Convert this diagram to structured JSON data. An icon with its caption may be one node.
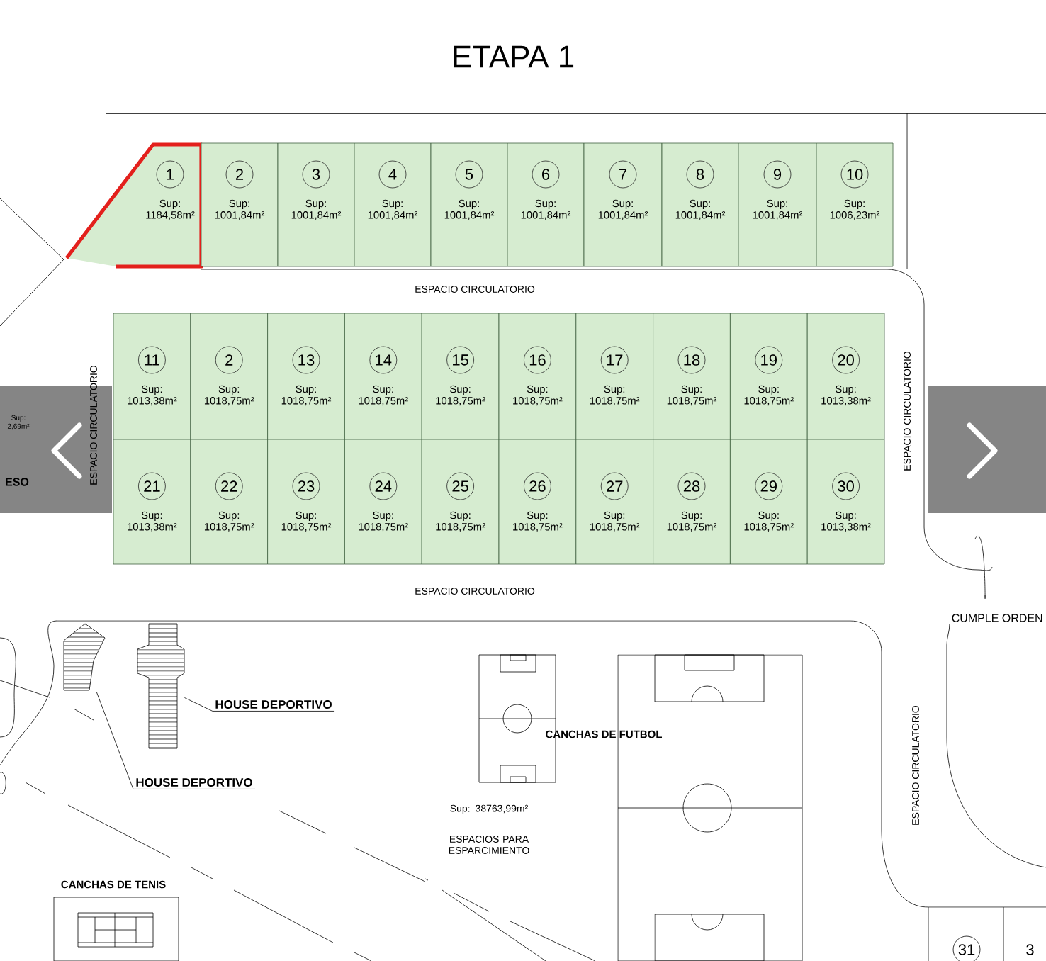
{
  "diagram": {
    "title": "ETAPA 1",
    "nodes": [
      {
        "text": [
          "1",
          "Sup: 1184,58m²"
        ]
      },
      {
        "text": [
          "2",
          "Sup: 1001,84m²"
        ]
      },
      {
        "text": [
          "3",
          "Sup: 1001,84m²"
        ]
      },
      {
        "text": [
          "4",
          "Sup: 1001,84m²"
        ]
      },
      {
        "text": [
          "5",
          "Sup: 1001,84m²"
        ]
      },
      {
        "text": [
          "6",
          "Sup: 1001,84m²"
        ]
      },
      {
        "text": [
          "7",
          "Sup: 1001,84m²"
        ]
      },
      {
        "text": [
          "8",
          "Sup: 1001,84m²"
        ]
      },
      {
        "text": [
          "9",
          "Sup: 1001,84m²"
        ]
      },
      {
        "text": [
          "10",
          "Sup: 1006,23m²"
        ]
      },
      {
        "text": [
          "11",
          "Sup: 1013,38m²"
        ]
      },
      {
        "text": [
          "2",
          "Sup: 1018,75m²"
        ]
      },
      {
        "text": [
          "13",
          "Sup: 1018,75m²"
        ]
      },
      {
        "text": [
          "14",
          "Sup: 1018,75m²"
        ]
      },
      {
        "text": [
          "15",
          "Sup: 1018,75m²"
        ]
      },
      {
        "text": [
          "16",
          "Sup: 1018,75m²"
        ]
      },
      {
        "text": [
          "17",
          "Sup: 1018,75m²"
        ]
      },
      {
        "text": [
          "18",
          "Sup: 1018,75m²"
        ]
      },
      {
        "text": [
          "19",
          "Sup: 1018,75m²"
        ]
      },
      {
        "text": [
          "20",
          "Sup: 1013,38m²"
        ]
      },
      {
        "text": [
          "21",
          "Sup: 1013,38m²"
        ]
      },
      {
        "text": [
          "22",
          "Sup: 1018,75m²"
        ]
      },
      {
        "text": [
          "23",
          "Sup: 1018,75m²"
        ]
      },
      {
        "text": [
          "24",
          "Sup: 1018,75m²"
        ]
      },
      {
        "text": [
          "25",
          "Sup: 1018,75m²"
        ]
      },
      {
        "text": [
          "26",
          "Sup: 1018,75m²"
        ]
      },
      {
        "text": [
          "27",
          "Sup: 1018,75m²"
        ]
      },
      {
        "text": [
          "28",
          "Sup: 1018,75m²"
        ]
      },
      {
        "text": [
          "29",
          "Sup: 1018,75m²"
        ]
      },
      {
        "text": [
          "30",
          "Sup: 1013,38m²"
        ]
      },
      {
        "text": [],
        "shape": "picture"
      },
      {
        "text": [],
        "shape": "picture"
      },
      {
        "text": [
          "HOUSE DEPORTIVO"
        ]
      },
      {
        "text": [
          "HOUSE DEPORTIVO"
        ]
      }
    ],
    "edges": [
      {
        "from": 32,
        "to": 31,
        "arrow": "none"
      },
      {
        "from": 33,
        "to": 30,
        "arrow": "none"
      }
    ],
    "labels": [
      "ESPACIO CIRCULATORIO",
      "ESPACIO CIRCULATORIO",
      "Sup: 2,69m²",
      "ESO",
      "ESPACIO CIRCULATORIO",
      "ESPACIO CIRCULATORIO",
      "CUMPLE ORDEN",
      "CANCHAS DE FUTBOL",
      "ESPACIO CIRCULATORIO",
      "Sup: 38763,99m²",
      "ESPACIOS PARA ESPARCIMIENTO",
      "CANCHAS DE TENIS",
      "31",
      "3"
    ]
  }
}
